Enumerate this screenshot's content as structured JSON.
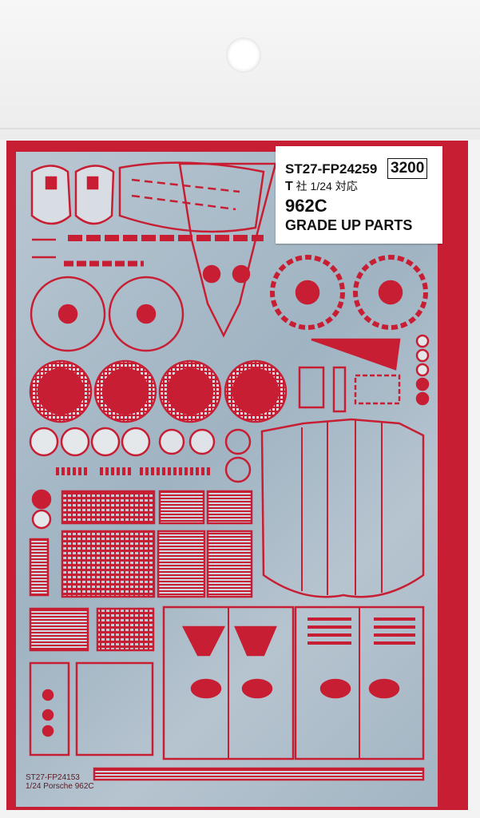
{
  "label": {
    "product_code": "ST27-FP24259",
    "price": "3200",
    "fitment": "社 1/24 対応",
    "fitment_prefix": "T",
    "model": "962C",
    "description": "GRADE UP PARTS"
  },
  "sheet_marking": {
    "code": "ST27-FP24153",
    "subtitle": "1/24 Porsche 962C"
  },
  "colors": {
    "backing_red": "#c81e33",
    "fret_metal": "#a9bccb",
    "bag": "#f3f3f3"
  }
}
